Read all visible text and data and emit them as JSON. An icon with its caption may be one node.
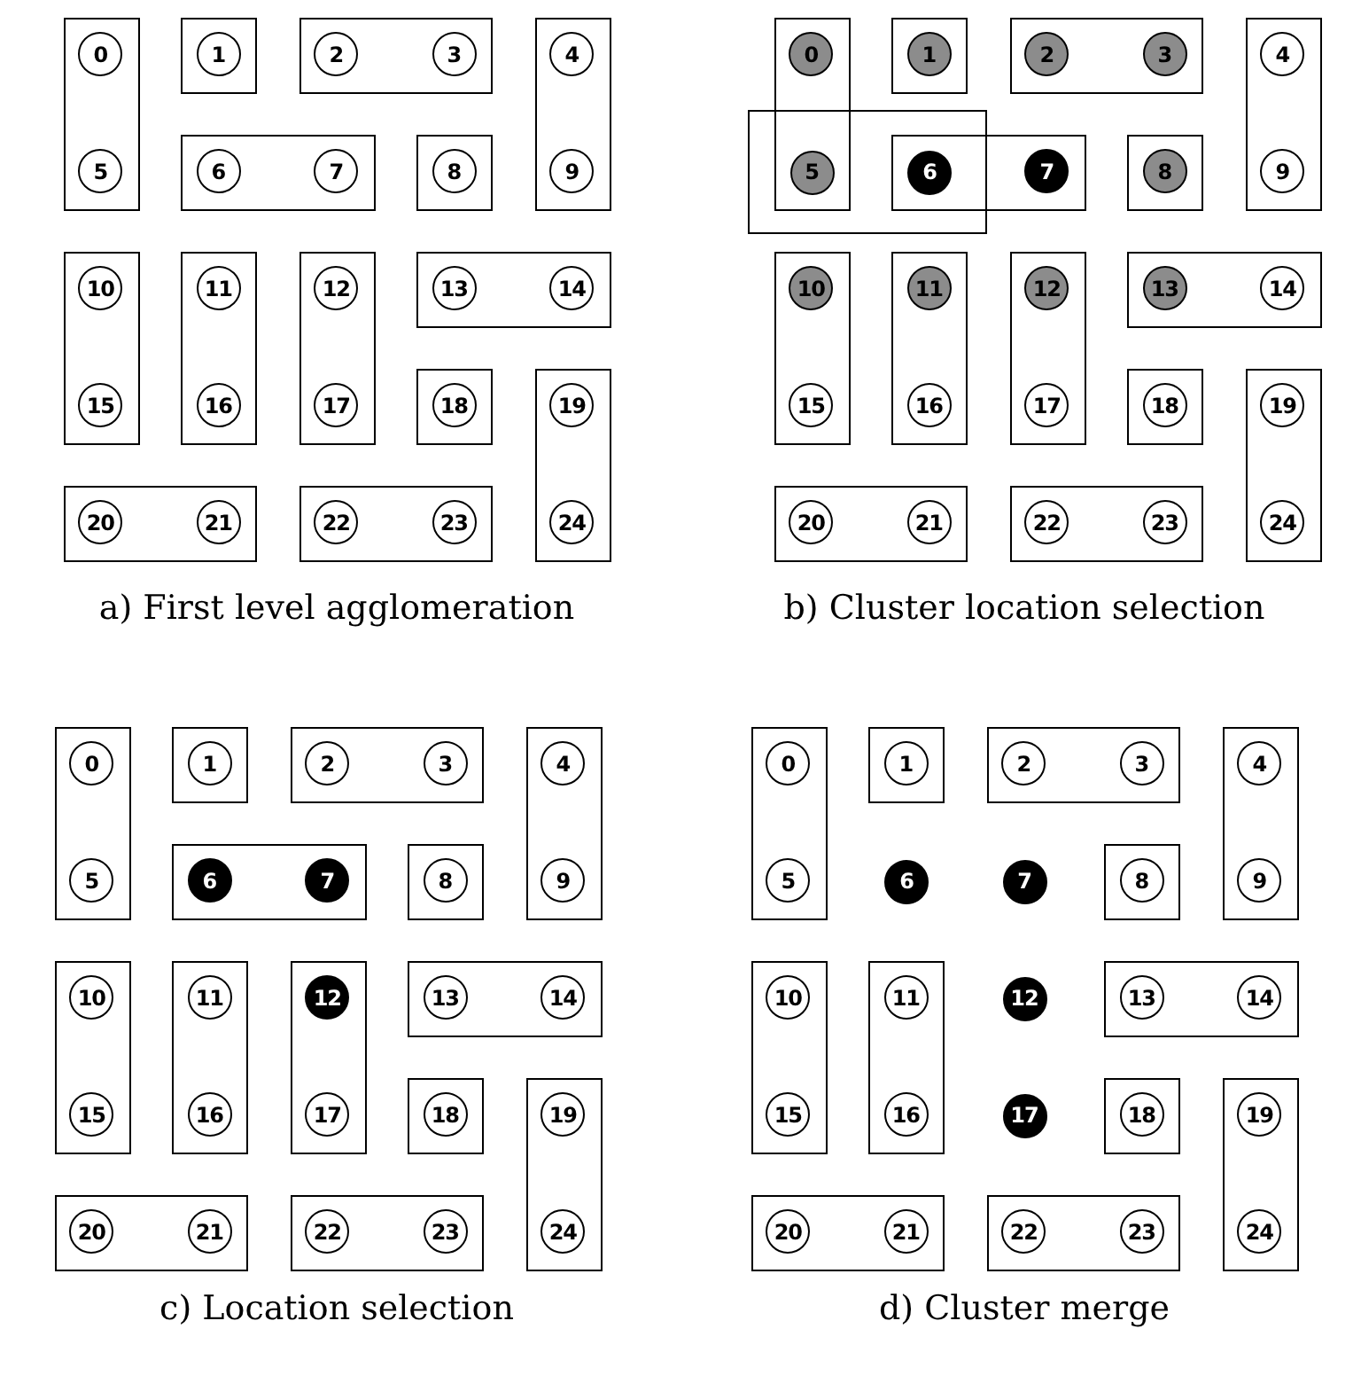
{
  "diagram": {
    "nodes": [
      {
        "text": [],
        "shape": "box"
      },
      {
        "text": [
          "0"
        ],
        "in": 0
      },
      {
        "text": [
          "5"
        ],
        "in": 0
      },
      {
        "text": [],
        "shape": "box"
      },
      {
        "text": [
          "1"
        ],
        "in": 3
      },
      {
        "text": [],
        "shape": "box"
      },
      {
        "text": [
          "2"
        ],
        "in": 5
      },
      {
        "text": [
          "3"
        ],
        "in": 5
      },
      {
        "text": [],
        "shape": "box"
      },
      {
        "text": [
          "4"
        ],
        "in": 8
      },
      {
        "text": [
          "9"
        ],
        "in": 8
      },
      {
        "text": [],
        "shape": "box"
      },
      {
        "text": [
          "6"
        ],
        "in": 11
      },
      {
        "text": [
          "7"
        ],
        "in": 11
      },
      {
        "text": [],
        "shape": "box"
      },
      {
        "text": [
          "8"
        ],
        "in": 14
      },
      {
        "text": [],
        "shape": "box"
      },
      {
        "text": [
          "10"
        ],
        "in": 16
      },
      {
        "text": [
          "15"
        ],
        "in": 16
      },
      {
        "text": [],
        "shape": "box"
      },
      {
        "text": [
          "11"
        ],
        "in": 19
      },
      {
        "text": [
          "16"
        ],
        "in": 19
      },
      {
        "text": [],
        "shape": "box"
      },
      {
        "text": [
          "12"
        ],
        "in": 22
      },
      {
        "text": [
          "17"
        ],
        "in": 22
      },
      {
        "text": [],
        "shape": "box"
      },
      {
        "text": [
          "13"
        ],
        "in": 25
      },
      {
        "text": [
          "14"
        ],
        "in": 25
      },
      {
        "text": [],
        "shape": "box"
      },
      {
        "text": [
          "18"
        ],
        "in": 28
      },
      {
        "text": [],
        "shape": "box"
      },
      {
        "text": [
          "19"
        ],
        "in": 30
      },
      {
        "text": [
          "24"
        ],
        "in": 30
      },
      {
        "text": [],
        "shape": "box"
      },
      {
        "text": [
          "20"
        ],
        "in": 33
      },
      {
        "text": [
          "21"
        ],
        "in": 33
      },
      {
        "text": [],
        "shape": "box"
      },
      {
        "text": [
          "22"
        ],
        "in": 36
      },
      {
        "text": [
          "23"
        ],
        "in": 36
      },
      {
        "text": [],
        "shape": "box"
      },
      {
        "text": [
          "0"
        ],
        "in": 39
      },
      {
        "text": [
          "5"
        ]
      },
      {
        "text": [],
        "shape": "box"
      },
      {
        "text": [
          "1"
        ],
        "in": 42
      },
      {
        "text": [],
        "shape": "box"
      },
      {
        "text": [
          "2"
        ],
        "in": 44
      },
      {
        "text": [
          "3"
        ],
        "in": 44
      },
      {
        "text": [],
        "shape": "box"
      },
      {
        "text": [
          "4"
        ],
        "in": 47
      },
      {
        "text": [
          "9"
        ],
        "in": 47
      },
      {
        "text": [],
        "shape": "box"
      },
      {
        "text": [],
        "shape": "box"
      },
      {
        "text": [
          "6"
        ]
      },
      {
        "text": [
          "7"
        ],
        "in": 51
      },
      {
        "text": [],
        "shape": "box"
      },
      {
        "text": [
          "8"
        ],
        "in": 54
      },
      {
        "text": [],
        "shape": "box"
      },
      {
        "text": [
          "10"
        ],
        "in": 56
      },
      {
        "text": [
          "15"
        ],
        "in": 56
      },
      {
        "text": [],
        "shape": "box"
      },
      {
        "text": [
          "11"
        ],
        "in": 59
      },
      {
        "text": [
          "16"
        ],
        "in": 59
      },
      {
        "text": [],
        "shape": "box"
      },
      {
        "text": [
          "12"
        ],
        "in": 62
      },
      {
        "text": [
          "17"
        ],
        "in": 62
      },
      {
        "text": [],
        "shape": "box"
      },
      {
        "text": [
          "13"
        ],
        "in": 65
      },
      {
        "text": [
          "14"
        ],
        "in": 65
      },
      {
        "text": [],
        "shape": "box"
      },
      {
        "text": [
          "18"
        ],
        "in": 68
      },
      {
        "text": [],
        "shape": "box"
      },
      {
        "text": [
          "19"
        ],
        "in": 70
      },
      {
        "text": [
          "24"
        ],
        "in": 70
      },
      {
        "text": [],
        "shape": "box"
      },
      {
        "text": [
          "20"
        ],
        "in": 73
      },
      {
        "text": [
          "21"
        ],
        "in": 73
      },
      {
        "text": [],
        "shape": "box"
      },
      {
        "text": [
          "22"
        ],
        "in": 76
      },
      {
        "text": [
          "23"
        ],
        "in": 76
      },
      {
        "text": [],
        "shape": "box"
      },
      {
        "text": [
          "0"
        ],
        "in": 79
      },
      {
        "text": [
          "5"
        ],
        "in": 79
      },
      {
        "text": [],
        "shape": "box"
      },
      {
        "text": [
          "1"
        ],
        "in": 82
      },
      {
        "text": [],
        "shape": "box"
      },
      {
        "text": [
          "2"
        ],
        "in": 84
      },
      {
        "text": [
          "3"
        ],
        "in": 84
      },
      {
        "text": [],
        "shape": "box"
      },
      {
        "text": [
          "4"
        ],
        "in": 87
      },
      {
        "text": [
          "9"
        ],
        "in": 87
      },
      {
        "text": [],
        "shape": "box"
      },
      {
        "text": [
          "6"
        ],
        "in": 90
      },
      {
        "text": [
          "7"
        ],
        "in": 90
      },
      {
        "text": [],
        "shape": "box"
      },
      {
        "text": [
          "8"
        ],
        "in": 93
      },
      {
        "text": [],
        "shape": "box"
      },
      {
        "text": [
          "10"
        ],
        "in": 95
      },
      {
        "text": [
          "15"
        ],
        "in": 95
      },
      {
        "text": [],
        "shape": "box"
      },
      {
        "text": [
          "11"
        ],
        "in": 98
      },
      {
        "text": [
          "16"
        ],
        "in": 98
      },
      {
        "text": [],
        "shape": "box"
      },
      {
        "text": [
          "12"
        ],
        "in": 101
      },
      {
        "text": [
          "17"
        ],
        "in": 101
      },
      {
        "text": [],
        "shape": "box"
      },
      {
        "text": [
          "13"
        ],
        "in": 104
      },
      {
        "text": [
          "14"
        ],
        "in": 104
      },
      {
        "text": [],
        "shape": "box"
      },
      {
        "text": [
          "18"
        ],
        "in": 107
      },
      {
        "text": [],
        "shape": "box"
      },
      {
        "text": [
          "19"
        ],
        "in": 109
      },
      {
        "text": [
          "24"
        ],
        "in": 109
      },
      {
        "text": [],
        "shape": "box"
      },
      {
        "text": [
          "20"
        ],
        "in": 112
      },
      {
        "text": [
          "21"
        ],
        "in": 112
      },
      {
        "text": [],
        "shape": "box"
      },
      {
        "text": [
          "22"
        ],
        "in": 115
      },
      {
        "text": [
          "23"
        ],
        "in": 115
      },
      {
        "text": [],
        "shape": "box"
      },
      {
        "text": [
          "0"
        ],
        "in": 118
      },
      {
        "text": [
          "5"
        ],
        "in": 118
      },
      {
        "text": [],
        "shape": "box"
      },
      {
        "text": [
          "1"
        ],
        "in": 121
      },
      {
        "text": [],
        "shape": "box"
      },
      {
        "text": [
          "2"
        ],
        "in": 123
      },
      {
        "text": [
          "3"
        ],
        "in": 123
      },
      {
        "text": [],
        "shape": "box"
      },
      {
        "text": [
          "4"
        ],
        "in": 126
      },
      {
        "text": [
          "9"
        ],
        "in": 126
      },
      {
        "text": [
          "6"
        ]
      },
      {
        "text": [
          "7"
        ]
      },
      {
        "text": [],
        "shape": "box"
      },
      {
        "text": [
          "8"
        ],
        "in": 131
      },
      {
        "text": [],
        "shape": "box"
      },
      {
        "text": [
          "10"
        ],
        "in": 133
      },
      {
        "text": [
          "15"
        ],
        "in": 133
      },
      {
        "text": [],
        "shape": "box"
      },
      {
        "text": [
          "11"
        ],
        "in": 136
      },
      {
        "text": [
          "16"
        ],
        "in": 136
      },
      {
        "text": [
          "12"
        ]
      },
      {
        "text": [],
        "shape": "box"
      },
      {
        "text": [
          "13"
        ],
        "in": 140
      },
      {
        "text": [
          "14"
        ],
        "in": 140
      },
      {
        "text": [
          "17"
        ]
      },
      {
        "text": [],
        "shape": "box"
      },
      {
        "text": [
          "18"
        ],
        "in": 144
      },
      {
        "text": [],
        "shape": "box"
      },
      {
        "text": [
          "19"
        ],
        "in": 146
      },
      {
        "text": [
          "24"
        ],
        "in": 146
      },
      {
        "text": [],
        "shape": "box"
      },
      {
        "text": [
          "20"
        ],
        "in": 149
      },
      {
        "text": [
          "21"
        ],
        "in": 149
      },
      {
        "text": [],
        "shape": "box"
      },
      {
        "text": [
          "22"
        ],
        "in": 152
      },
      {
        "text": [
          "23"
        ],
        "in": 152
      }
    ],
    "labels": [
      "a) First level agglomeration",
      "b) Cluster location selection",
      "c) Location selection",
      "d) Cluster merge"
    ]
  }
}
